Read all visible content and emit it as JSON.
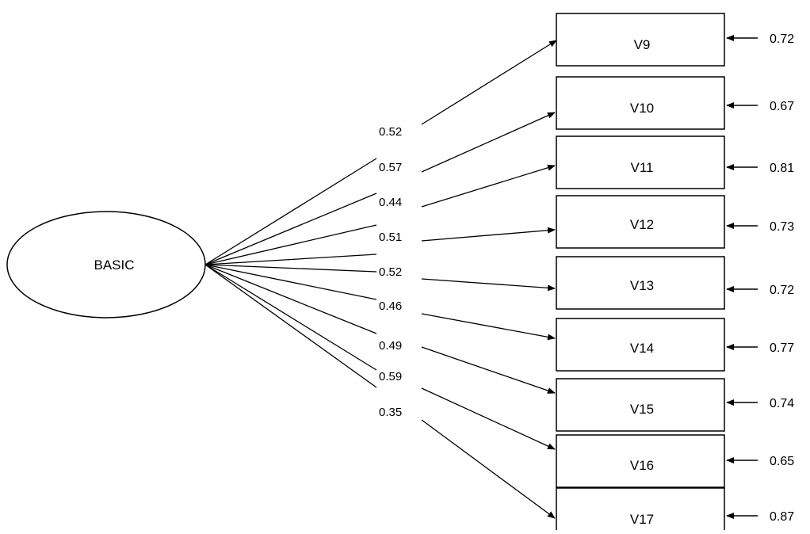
{
  "latent": {
    "label": "BASIC"
  },
  "indicators": [
    {
      "label": "V9",
      "loading": "0.52",
      "error": "0.72"
    },
    {
      "label": "V10",
      "loading": "0.57",
      "error": "0.67"
    },
    {
      "label": "V11",
      "loading": "0.44",
      "error": "0.81"
    },
    {
      "label": "V12",
      "loading": "0.51",
      "error": "0.73"
    },
    {
      "label": "V13",
      "loading": "0.52",
      "error": "0.72"
    },
    {
      "label": "V14",
      "loading": "0.46",
      "error": "0.77"
    },
    {
      "label": "V15",
      "loading": "0.49",
      "error": "0.74"
    },
    {
      "label": "V16",
      "loading": "0.59",
      "error": "0.65"
    },
    {
      "label": "V17",
      "loading": "0.35",
      "error": "0.87"
    }
  ]
}
